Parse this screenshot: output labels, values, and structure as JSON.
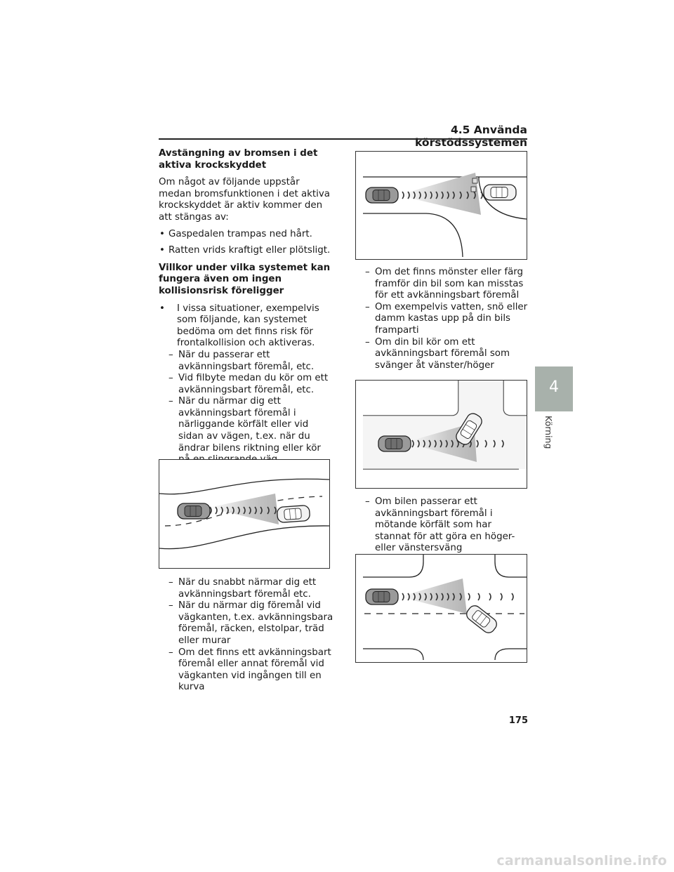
{
  "header": {
    "section": "4.5 Använda körstödssystemen"
  },
  "side_tab": {
    "number": "4",
    "label": "Körning"
  },
  "left": {
    "h1": "Avstängning av bromsen i det aktiva krockskyddet",
    "p1": "Om något av följande uppstår medan bromsfunktionen i det aktiva krockskyddet är aktiv kommer den att stängas av:",
    "b1": "Gaspedalen trampas ned hårt.",
    "b2": "Ratten vrids kraftigt eller plötsligt.",
    "h2": "Villkor under vilka systemet kan fungera även om ingen kollisionsrisk föreligger",
    "b3": "I vissa situationer, exempelvis som följande, kan systemet bedöma om det finns risk för frontalkollision och aktiveras.",
    "d1": "När du passerar ett avkänningsbart föremål, etc.",
    "d2": "Vid filbyte medan du kör om ett avkänningsbart föremål, etc.",
    "d3": "När du närmar dig ett avkänningsbart föremål i närliggande körfält eller vid sidan av vägen, t.ex. när du ändrar bilens riktning eller kör på en slingrande väg",
    "d4": "När du snabbt närmar dig ett avkänningsbart föremål etc.",
    "d5": "När du närmar dig föremål vid vägkanten, t.ex. avkänningsbara föremål, räcken, elstolpar, träd eller murar",
    "d6": "Om det finns ett avkänningsbart föremål eller annat föremål vid vägkanten vid ingången till en kurva"
  },
  "right": {
    "d7": "Om det finns mönster eller färg framför din bil som kan misstas för ett avkänningsbart föremål",
    "d8": "Om exempelvis vatten, snö eller damm kastas upp på din bils framparti",
    "d9": "Om din bil kör om ett avkänningsbart föremål som svänger åt vänster/höger",
    "d10": "Om bilen passerar ett avkänningsbart föremål i mötande körfält som har stannat för att göra en höger- eller vänstersväng"
  },
  "page_number": "175",
  "watermark": "carmanualsonline.info"
}
